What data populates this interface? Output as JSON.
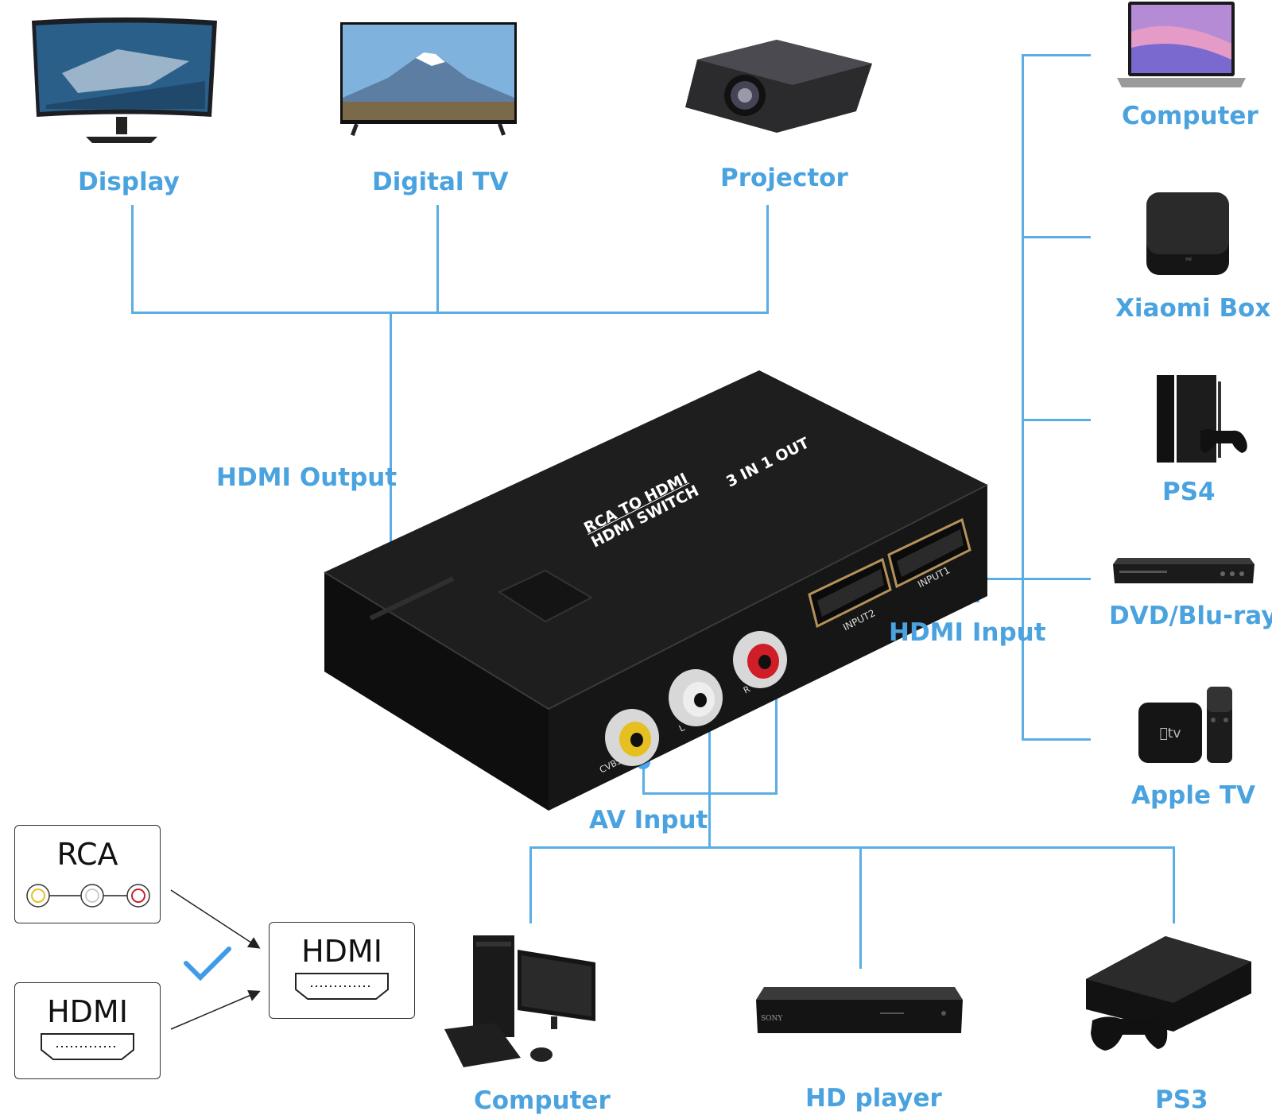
{
  "output_devices": {
    "display": "Display",
    "digital_tv": "Digital TV",
    "projector": "Projector"
  },
  "right_devices": {
    "computer": "Computer",
    "xiaomi_box": "Xiaomi Box",
    "ps4": "PS4",
    "dvd_bluray": "DVD/Blu-ray",
    "apple_tv": "Apple TV"
  },
  "bottom_devices": {
    "computer": "Computer",
    "hd_player": "HD player",
    "ps3": "PS3"
  },
  "port_labels": {
    "hdmi_output": "HDMI Output",
    "hdmi_input": "HDMI Input",
    "av_input": "AV Input"
  },
  "switch": {
    "title_line1": "RCA TO HDMI",
    "title_line2": "HDMI SWITCH",
    "subtitle": "3 IN 1 OUT",
    "input1": "INPUT1",
    "input2": "INPUT2",
    "cvbs": "CVBS",
    "l": "L",
    "r": "R"
  },
  "legend": {
    "rca": "RCA",
    "hdmi_source": "HDMI",
    "hdmi_target": "HDMI"
  },
  "colors": {
    "accent": "#4aa3df",
    "yellow_jack": "#e8c21a",
    "red_jack": "#d0202a"
  },
  "icons": {
    "apple_tv_logo": "tv"
  }
}
